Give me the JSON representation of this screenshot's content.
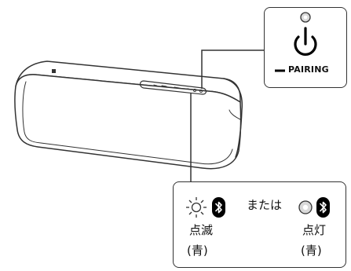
{
  "power_panel": {
    "button_label": "PAIRING",
    "indicator_color": "#d9d9d9"
  },
  "status_panel": {
    "connector_text": "または",
    "state_blinking": {
      "label": "点滅",
      "color": "(青)",
      "icon": "bluetooth-icon"
    },
    "state_lit": {
      "label": "点灯",
      "color": "(青)",
      "icon": "bluetooth-icon"
    }
  },
  "colors": {
    "line": "#333333",
    "fill_dark": "#000000",
    "indicator": "#d9d9d9"
  }
}
